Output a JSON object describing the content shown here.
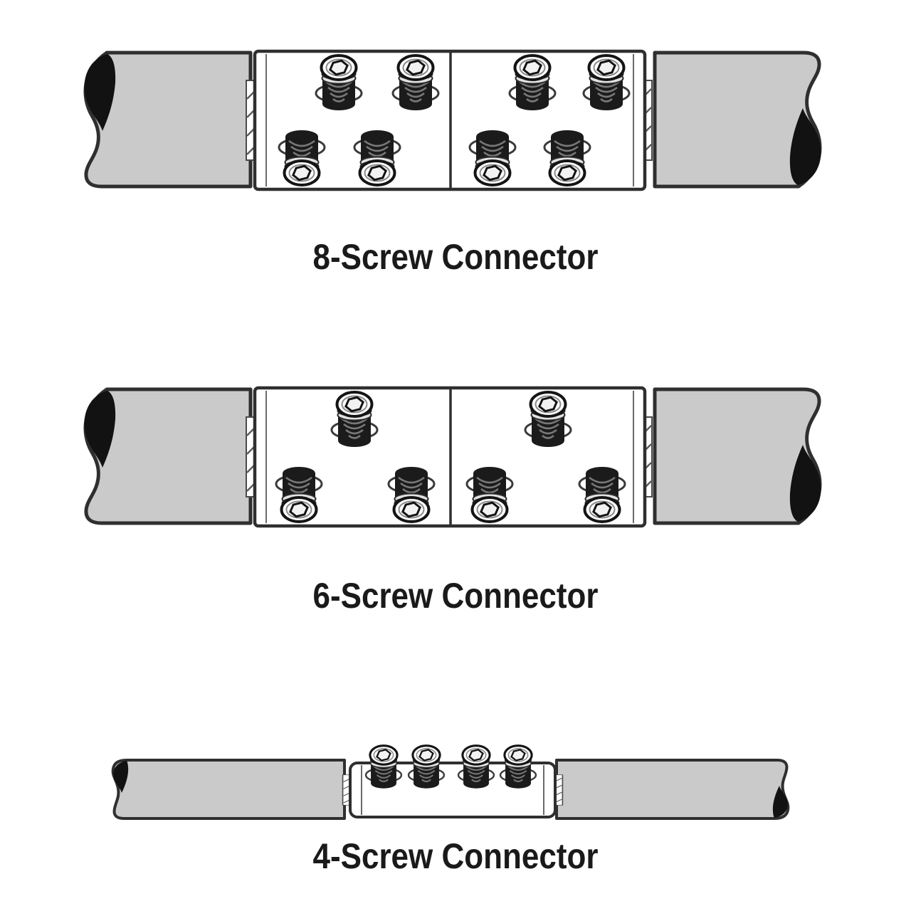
{
  "figure": {
    "description": "Set screw splice connectors joining two cables",
    "sections": [
      {
        "label": "8-Screw Connector",
        "screw_count": 8,
        "arrangement": "two halves, 2 screws on top and 2 screws on bottom per half"
      },
      {
        "label": "6-Screw Connector",
        "screw_count": 6,
        "arrangement": "two halves, 1 screw on top and 2 screws on bottom per half"
      },
      {
        "label": "4-Screw Connector",
        "screw_count": 4,
        "arrangement": "single small barrel, 4 screws in a row on top"
      }
    ]
  },
  "colors": {
    "background": "#ffffff",
    "cable_fill": "#cacaca",
    "cable_break": "#121212",
    "outline": "#2f2f2f",
    "connector_fill": "#ffffff",
    "screw_body": "#1b1b1b",
    "screw_thread": "#787878",
    "screw_head_fill": "#ffffff",
    "label_text": "#1a1a1a"
  }
}
